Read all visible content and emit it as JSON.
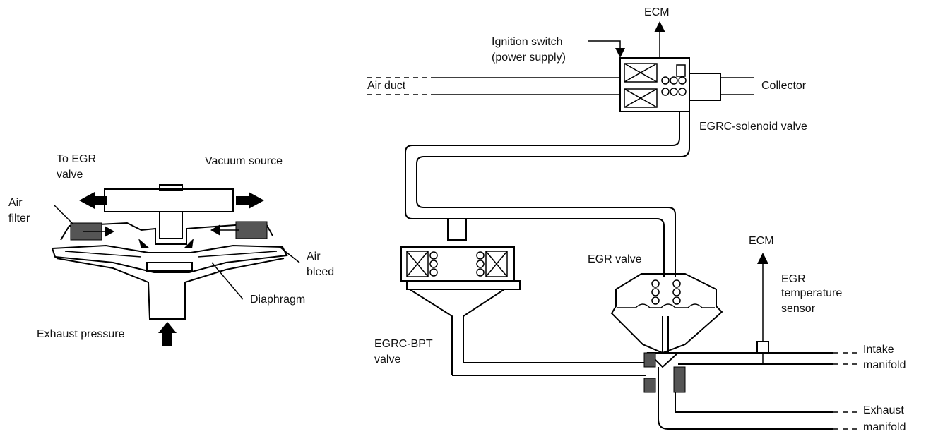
{
  "left_detail": {
    "to_egr_valve": [
      "To EGR",
      "valve"
    ],
    "vacuum_source": "Vacuum source",
    "air_filter": [
      "Air",
      "filter"
    ],
    "air_bleed": [
      "Air",
      "bleed"
    ],
    "diaphragm": "Diaphragm",
    "exhaust_pressure": "Exhaust pressure"
  },
  "system": {
    "ecm_top": "ECM",
    "ignition_switch": [
      "Ignition switch",
      "(power supply)"
    ],
    "air_duct": "Air duct",
    "collector": "Collector",
    "egrc_solenoid_valve": "EGRC-solenoid valve",
    "egr_valve": "EGR valve",
    "ecm_right": "ECM",
    "egr_temp_sensor": [
      "EGR",
      "temperature",
      "sensor"
    ],
    "egrc_bpt_valve": [
      "EGRC-BPT",
      "valve"
    ],
    "intake_manifold": [
      "Intake",
      "manifold"
    ],
    "exhaust_manifold": [
      "Exhaust",
      "manifold"
    ]
  }
}
